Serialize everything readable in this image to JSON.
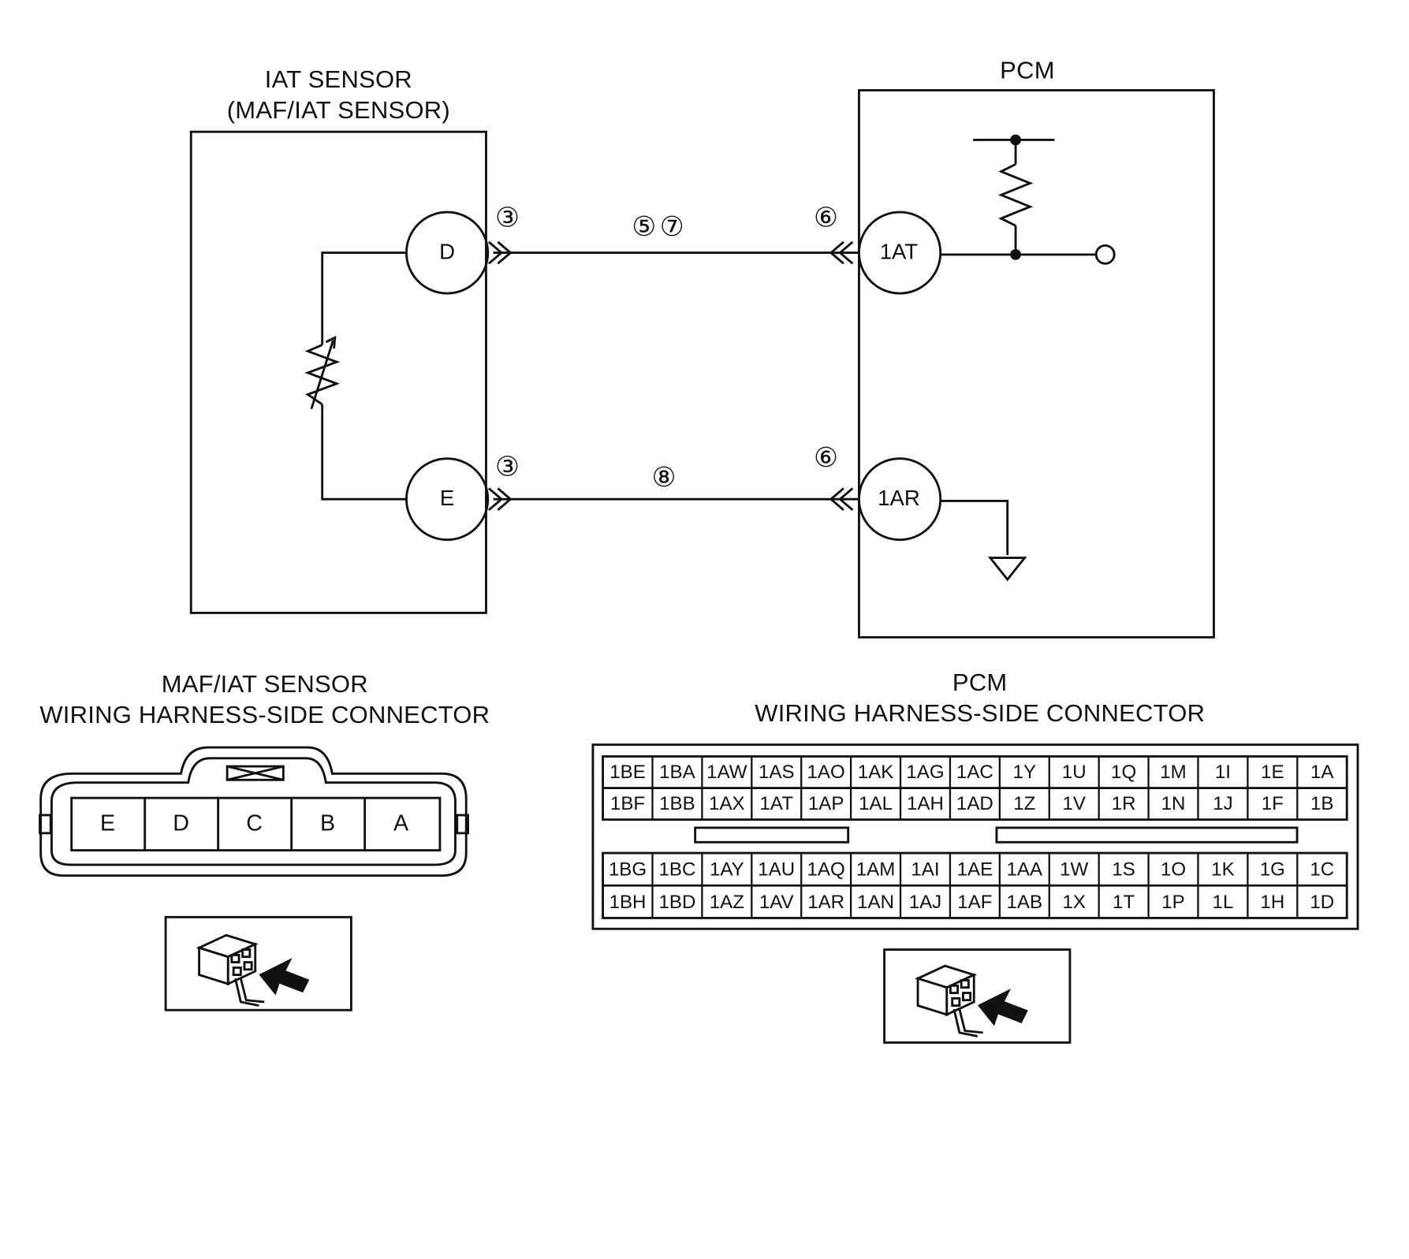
{
  "iat_block": {
    "title_line1": "IAT SENSOR",
    "title_line2": "(MAF/IAT SENSOR)",
    "terminals": [
      "D",
      "E"
    ],
    "connector_marks": [
      "③",
      "③"
    ]
  },
  "pcm_block": {
    "title": "PCM",
    "terminals": [
      "1AT",
      "1AR"
    ],
    "connector_marks": [
      "⑥",
      "⑥"
    ]
  },
  "wires": {
    "upper_marks": "⑤⑦",
    "lower_mark": "⑧"
  },
  "maf_connector": {
    "title_line1": "MAF/IAT SENSOR",
    "title_line2": "WIRING HARNESS-SIDE CONNECTOR",
    "pins": [
      "E",
      "D",
      "C",
      "B",
      "A"
    ]
  },
  "pcm_connector": {
    "title_line1": "PCM",
    "title_line2": "WIRING HARNESS-SIDE CONNECTOR",
    "upper_rows": [
      [
        "1BE",
        "1BA",
        "1AW",
        "1AS",
        "1AO",
        "1AK",
        "1AG",
        "1AC",
        "1Y",
        "1U",
        "1Q",
        "1M",
        "1I",
        "1E",
        "1A"
      ],
      [
        "1BF",
        "1BB",
        "1AX",
        "1AT",
        "1AP",
        "1AL",
        "1AH",
        "1AD",
        "1Z",
        "1V",
        "1R",
        "1N",
        "1J",
        "1F",
        "1B"
      ]
    ],
    "lower_rows": [
      [
        "1BG",
        "1BC",
        "1AY",
        "1AU",
        "1AQ",
        "1AM",
        "1AI",
        "1AE",
        "1AA",
        "1W",
        "1S",
        "1O",
        "1K",
        "1G",
        "1C"
      ],
      [
        "1BH",
        "1BD",
        "1AZ",
        "1AV",
        "1AR",
        "1AN",
        "1AJ",
        "1AF",
        "1AB",
        "1X",
        "1T",
        "1P",
        "1L",
        "1H",
        "1D"
      ]
    ]
  }
}
